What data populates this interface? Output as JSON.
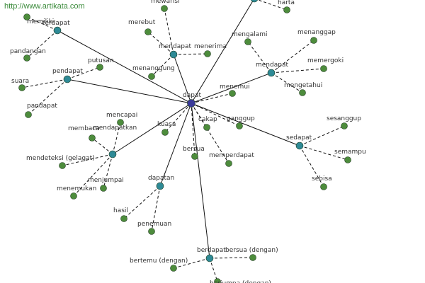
{
  "watermark": "http://www.artikata.com",
  "colors": {
    "hub": "#3b3b9a",
    "mid": "#2e8a96",
    "leaf": "#4d8c3c",
    "edge": "#111111",
    "text": "#333333"
  },
  "diagram": {
    "center": {
      "id": "dapat",
      "label": "dapat"
    },
    "groups": [
      {
        "id": "terdapat-top",
        "label": "terdapat",
        "leaves": [
          "memiliki",
          "pandangan"
        ]
      },
      {
        "id": "pendapat",
        "label": "pendapat",
        "leaves": [
          "putusan",
          "suara",
          "pandapat"
        ]
      },
      {
        "id": "mendapat-left",
        "label": "mendapat",
        "leaves": [
          "merebut",
          "menerima",
          "mewarisi",
          "menanggung"
        ]
      },
      {
        "id": "mendapat-right",
        "label": "mendapat",
        "leaves": [
          "mengalami",
          "menanggap",
          "memergoki",
          "mengetahui"
        ]
      },
      {
        "id": "top-right",
        "label": "",
        "leaves": [
          "harta"
        ]
      },
      {
        "id": "sedapat",
        "label": "sedapat",
        "leaves": [
          "sesanggup",
          "semampu",
          "sebisa"
        ]
      },
      {
        "id": "mendapatkan",
        "label": "mendapatkan",
        "leaves": [
          "mencapai",
          "membaca",
          "mendeteksi (gelagat)",
          "menjumpai",
          "menemukan"
        ]
      },
      {
        "id": "dapatan",
        "label": "dapatan",
        "leaves": [
          "hasil",
          "penemuan"
        ]
      },
      {
        "id": "berdapat",
        "label": "berdapat",
        "leaves": [
          "bertemu (dengan)",
          "bersua (dengan)",
          "berjumpa (dengan)"
        ]
      }
    ],
    "direct_leaves": [
      "menemui",
      "cakap",
      "ganggup",
      "memperdapat",
      "bersua",
      "kuasa"
    ]
  }
}
